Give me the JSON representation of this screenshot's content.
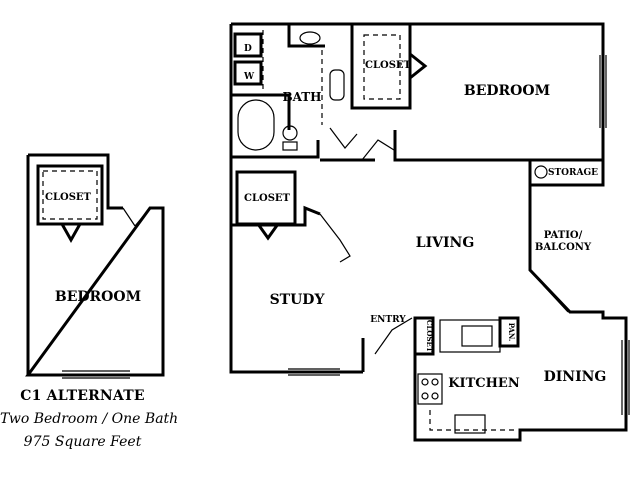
{
  "plan": {
    "alternate_title": "C1 ALTERNATE",
    "unit_type": "Two Bedroom / One Bath",
    "area": "975 Square Feet",
    "alt_bedroom": "BEDROOM",
    "alt_closet": "CLOSET",
    "bedroom": "BEDROOM",
    "bedroom_closet": "CLOSET",
    "bath": "BATH",
    "dryer": "D",
    "washer": "W",
    "study": "STUDY",
    "study_closet": "CLOSET",
    "living": "LIVING",
    "storage": "STORAGE",
    "patio_line1": "PATIO/",
    "patio_line2": "BALCONY",
    "entry": "ENTRY",
    "entry_closet": "CLOSET",
    "pantry": "PAN.",
    "kitchen": "KITCHEN",
    "dining": "DINING"
  }
}
